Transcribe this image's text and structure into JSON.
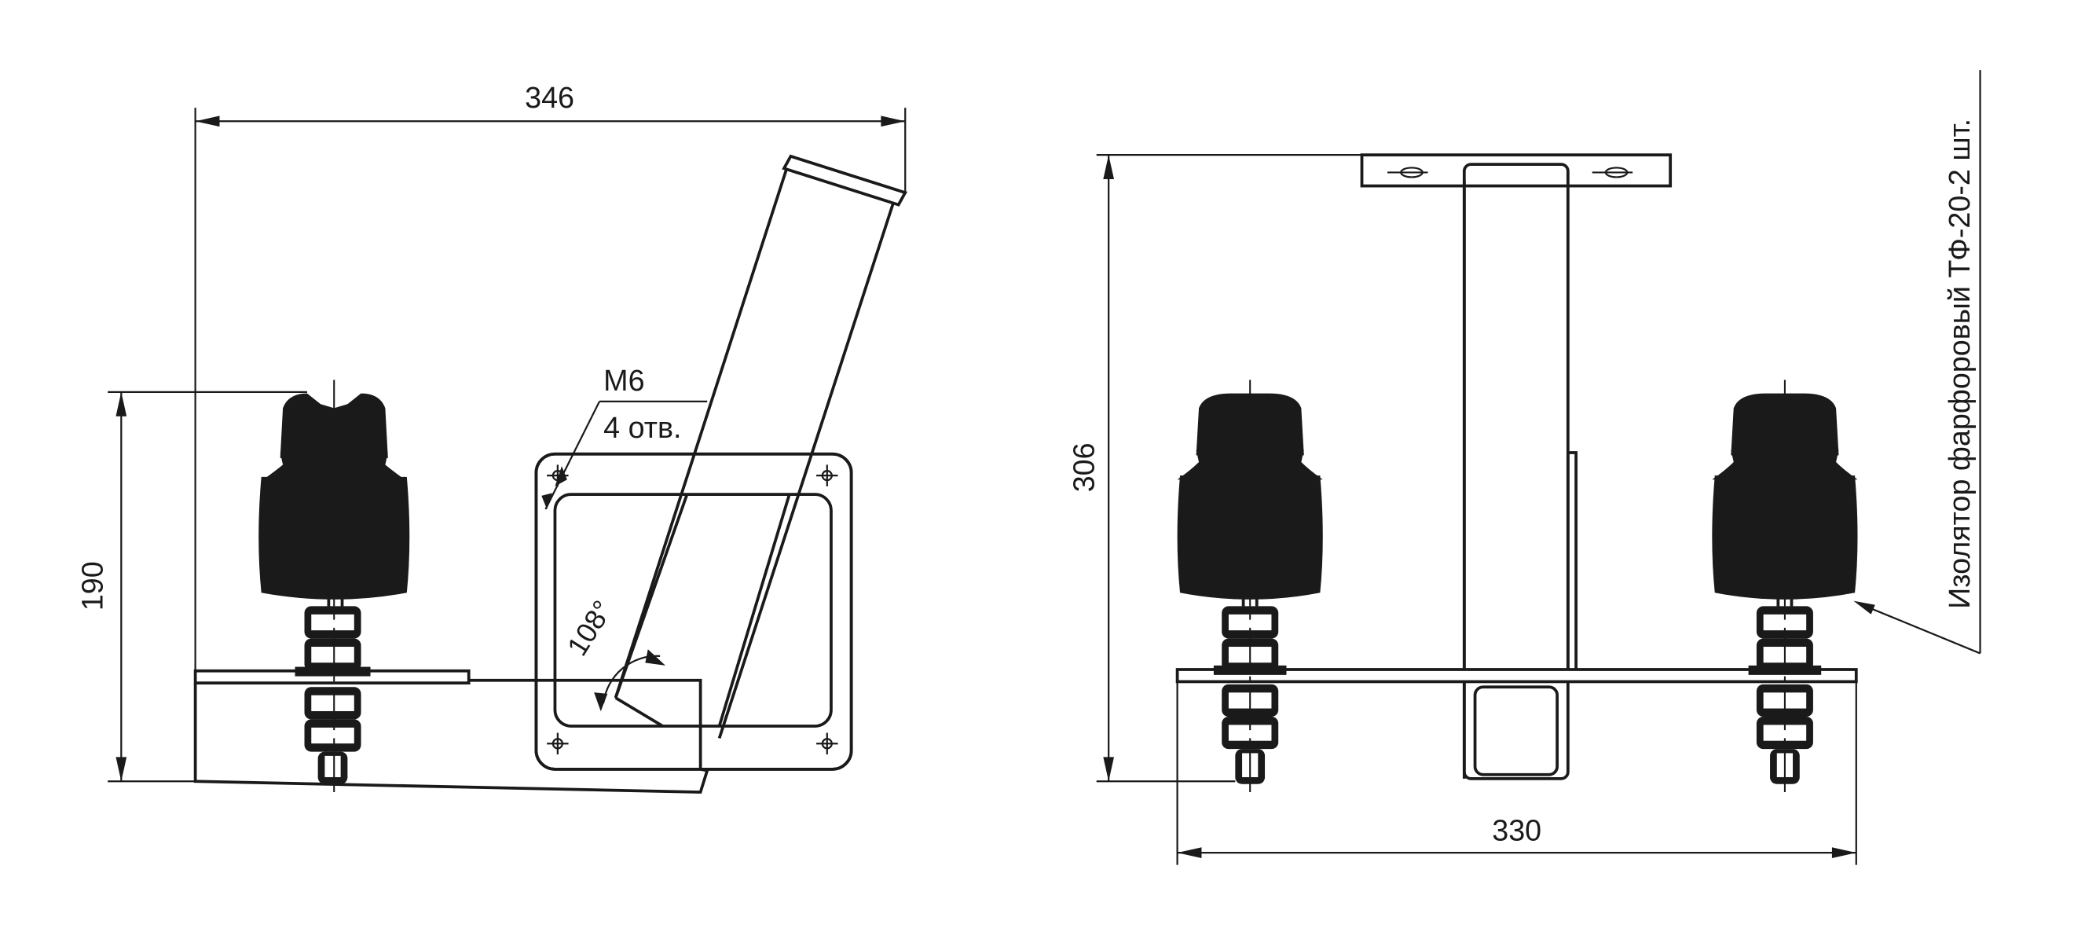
{
  "left_view": {
    "dim_width": "346",
    "dim_height": "190",
    "thread_label": "M6",
    "holes_label": "4 отв.",
    "angle_label": "108°"
  },
  "right_view": {
    "dim_height": "306",
    "dim_width": "330",
    "insulator_label": "Изолятор фарфоровый ТФ-20-2 шт."
  }
}
